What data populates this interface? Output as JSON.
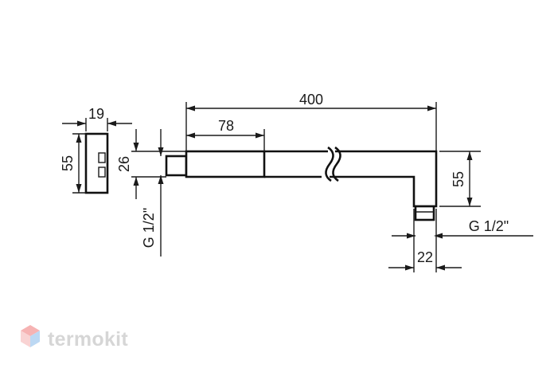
{
  "dimensions": {
    "total_length": "400",
    "flange_length": "78",
    "wall_plate_width": "19",
    "wall_plate_height": "55",
    "tube_height": "26",
    "inlet_thread": "G 1/2\"",
    "drop_height": "55",
    "outlet_thread": "G 1/2\"",
    "outlet_width": "22"
  },
  "watermark": {
    "brand": "termokit"
  },
  "colors": {
    "line": "#1a1a1a",
    "watermark_text": "#d6d6d6",
    "logo_top": "#f6b3b3",
    "logo_left": "#f9d3d3",
    "logo_right": "#bcd8f3"
  }
}
